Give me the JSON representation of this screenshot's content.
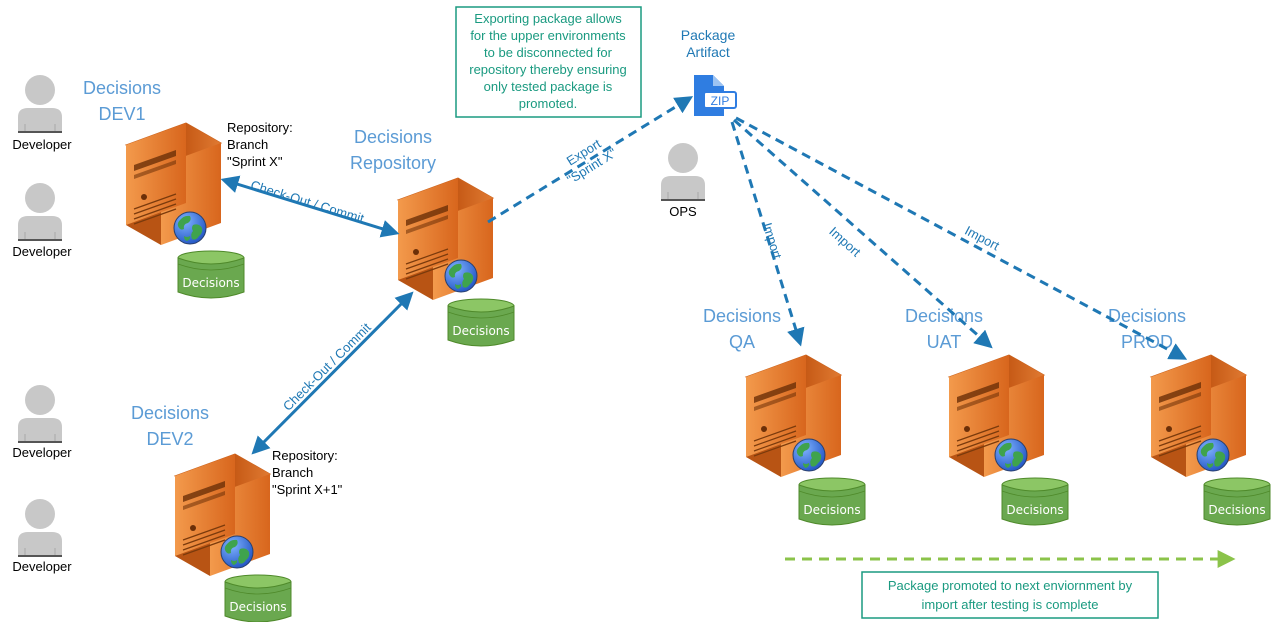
{
  "colors": {
    "env_title": "#5b9bd5",
    "arrow_blue": "#1f78b4",
    "note_teal": "#1a9a80",
    "server_orange": "#e87b2e",
    "db_green": "#6aa84f",
    "progress_green": "#8bc34a"
  },
  "people": {
    "dev_1": "Developer",
    "dev_2": "Developer",
    "dev_3": "Developer",
    "dev_4": "Developer",
    "ops": "OPS"
  },
  "environments": {
    "dev1": {
      "line1": "Decisions",
      "line2": "DEV1",
      "db": "Decisions",
      "repo_line1": "Repository:",
      "repo_line2": "Branch",
      "repo_line3": "\"Sprint X\""
    },
    "dev2": {
      "line1": "Decisions",
      "line2": "DEV2",
      "db": "Decisions",
      "repo_line1": "Repository:",
      "repo_line2": "Branch",
      "repo_line3": "\"Sprint X+1\""
    },
    "repository": {
      "line1": "Decisions",
      "line2": "Repository",
      "db": "Decisions"
    },
    "qa": {
      "line1": "Decisions",
      "line2": "QA",
      "db": "Decisions"
    },
    "uat": {
      "line1": "Decisions",
      "line2": "UAT",
      "db": "Decisions"
    },
    "prod": {
      "line1": "Decisions",
      "line2": "PROD",
      "db": "Decisions"
    }
  },
  "artifact": {
    "line1": "Package",
    "line2": "Artifact",
    "icon_text": "ZIP"
  },
  "connections": {
    "checkout_dev1": "Check-Out / Commit",
    "checkout_dev2": "Check-Out / Commit",
    "export_line1": "Export",
    "export_line2": "\"Sprint X\"",
    "import_qa": "Import",
    "import_uat": "Import",
    "import_prod": "Import"
  },
  "notes": {
    "export_note": {
      "line1": "Exporting package allows",
      "line2": "for the upper environments",
      "line3": "to be disconnected for",
      "line4": "repository thereby ensuring",
      "line5": "only tested package is",
      "line6": "promoted."
    },
    "promote_note": {
      "line1": "Package promoted to next enviornment by",
      "line2": "import after testing is complete"
    }
  }
}
